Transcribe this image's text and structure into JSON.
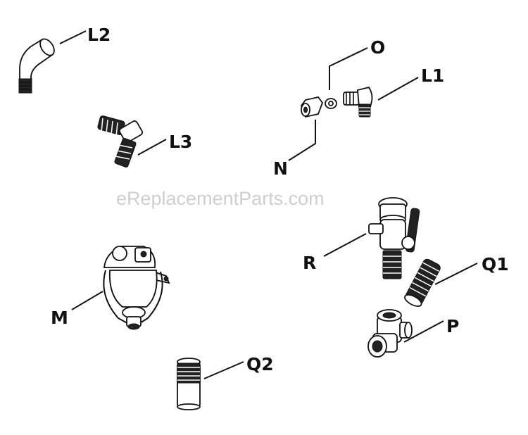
{
  "watermark": "eReplacementParts.com",
  "labels": {
    "l2": "L2",
    "o": "O",
    "l1": "L1",
    "l3": "L3",
    "n": "N",
    "r": "R",
    "q1": "Q1",
    "m": "M",
    "p": "P",
    "q2": "Q2"
  }
}
